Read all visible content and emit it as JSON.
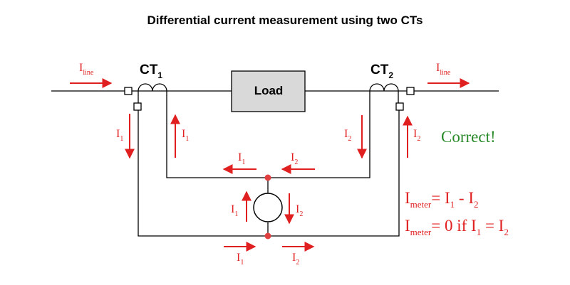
{
  "title": "Differential current measurement using two CTs",
  "ct1": {
    "label": "CT",
    "sub": "1"
  },
  "ct2": {
    "label": "CT",
    "sub": "2"
  },
  "load": "Load",
  "line_current": {
    "main": "I",
    "sub": "line"
  },
  "i1": {
    "main": "I",
    "sub": "1"
  },
  "i2": {
    "main": "I",
    "sub": "2"
  },
  "status": "Correct!",
  "equation1": {
    "lhs": "I",
    "lhs_sub": "meter",
    "rhs": "= I",
    "rhs_sub1": "1",
    "mid": " - I",
    "rhs_sub2": "2"
  },
  "equation2": {
    "lhs": "I",
    "lhs_sub": "meter",
    "rhs": "= 0 if I",
    "rhs_sub1": "1",
    "mid": " = I",
    "rhs_sub2": "2"
  },
  "colors": {
    "current": "#e02020",
    "status": "#2a8a2a",
    "load_fill": "#d9d9d9"
  }
}
